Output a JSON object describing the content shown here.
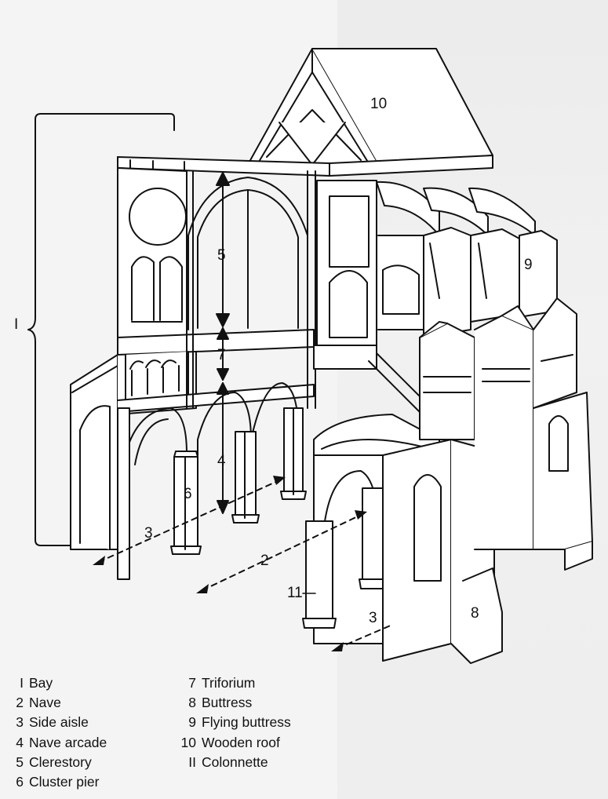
{
  "callouts": {
    "bay": "I",
    "nave": "2",
    "side_aisle_left": "3",
    "side_aisle_right": "3",
    "nave_arcade": "4",
    "clerestory": "5",
    "cluster_pier": "6",
    "triforium": "7",
    "buttress": "8",
    "flying_buttress": "9",
    "wooden_roof": "10",
    "colonnette": "11"
  },
  "legend": {
    "left": [
      {
        "num": "I",
        "label": "Bay"
      },
      {
        "num": "2",
        "label": "Nave"
      },
      {
        "num": "3",
        "label": "Side aisle"
      },
      {
        "num": "4",
        "label": "Nave arcade"
      },
      {
        "num": "5",
        "label": "Clerestory"
      },
      {
        "num": "6",
        "label": "Cluster pier"
      }
    ],
    "right": [
      {
        "num": "7",
        "label": "Triforium"
      },
      {
        "num": "8",
        "label": "Buttress"
      },
      {
        "num": "9",
        "label": "Flying buttress"
      },
      {
        "num": "10",
        "label": "Wooden roof"
      },
      {
        "num": "II",
        "label": "Colonnette"
      }
    ]
  },
  "colors": {
    "ink": "#111111",
    "paper": "#ffffff",
    "background": "#f4f4f4"
  }
}
